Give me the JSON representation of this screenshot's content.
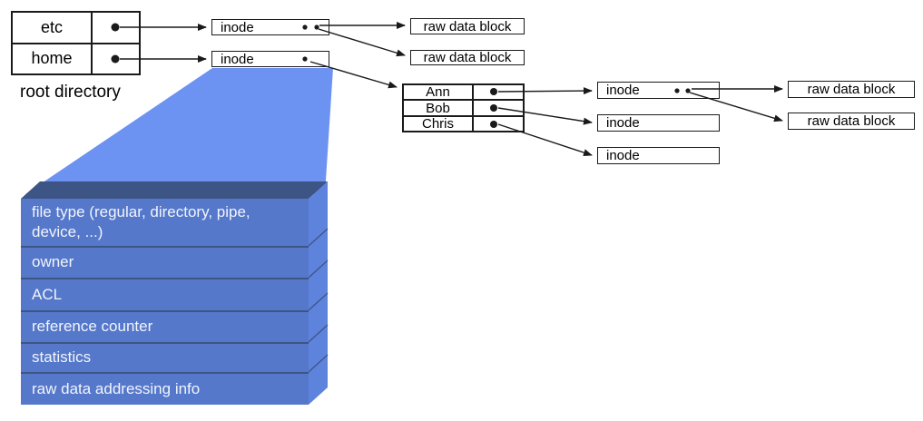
{
  "colors": {
    "funnel": "#6c92f2",
    "slab_front": "#5578cb",
    "slab_side": "#5e83dd",
    "slab_top": "#3d5585",
    "slab_text": "#f2f4fa",
    "line": "#1a1a1a"
  },
  "root_directory": {
    "caption": "root directory",
    "rows": [
      {
        "name": "etc"
      },
      {
        "name": "home"
      }
    ]
  },
  "user_directory": {
    "rows": [
      {
        "name": "Ann"
      },
      {
        "name": "Bob"
      },
      {
        "name": "Chris"
      }
    ]
  },
  "labels": {
    "inode": "inode",
    "raw_data_block": "raw data block"
  },
  "inode_fields": [
    "file type (regular, directory, pipe, device, ...)",
    "owner",
    "ACL",
    "reference counter",
    "statistics",
    "raw data addressing info"
  ]
}
